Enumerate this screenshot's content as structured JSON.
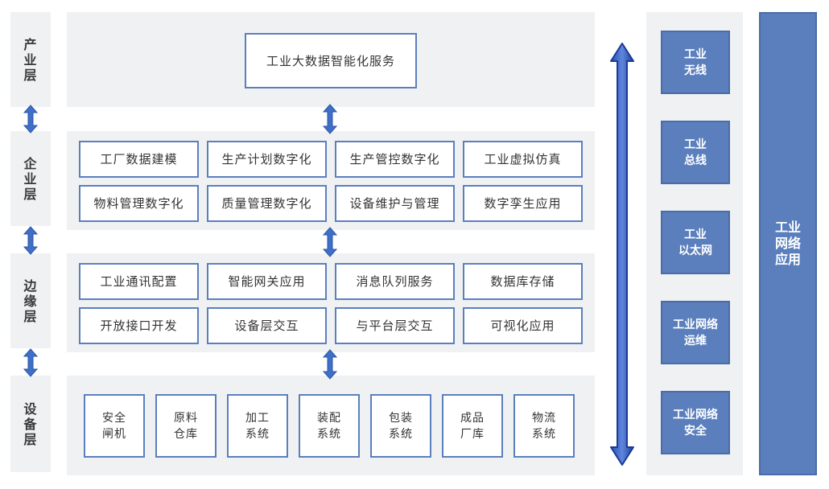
{
  "layers": [
    {
      "label": "产\n业\n层"
    },
    {
      "label": "企\n业\n层"
    },
    {
      "label": "边\n缘\n层"
    },
    {
      "label": "设\n备\n层"
    }
  ],
  "industry": {
    "service": "工业大数据智能化服务"
  },
  "enterprise": {
    "items": [
      "工厂数据建模",
      "生产计划数字化",
      "生产管控数字化",
      "工业虚拟仿真",
      "物料管理数字化",
      "质量管理数字化",
      "设备维护与管理",
      "数字孪生应用"
    ]
  },
  "edge": {
    "items": [
      "工业通讯配置",
      "智能网关应用",
      "消息队列服务",
      "数据库存储",
      "开放接口开发",
      "设备层交互",
      "与平台层交互",
      "可视化应用"
    ]
  },
  "device": {
    "items": [
      "安全\n闸机",
      "原料\n仓库",
      "加工\n系统",
      "装配\n系统",
      "包装\n系统",
      "成品\n厂库",
      "物流\n系统"
    ]
  },
  "network": {
    "items": [
      "工业\n无线",
      "工业\n总线",
      "工业\n以太网",
      "工业网络\n运维",
      "工业网络\n安全"
    ],
    "app": "工业\n网络\n应用"
  },
  "colors": {
    "box_border": "#5b7fbd",
    "arrow_fill": "#3f6fc6",
    "band": "#f0f1f3",
    "net_fill": "#5b7fbd"
  }
}
